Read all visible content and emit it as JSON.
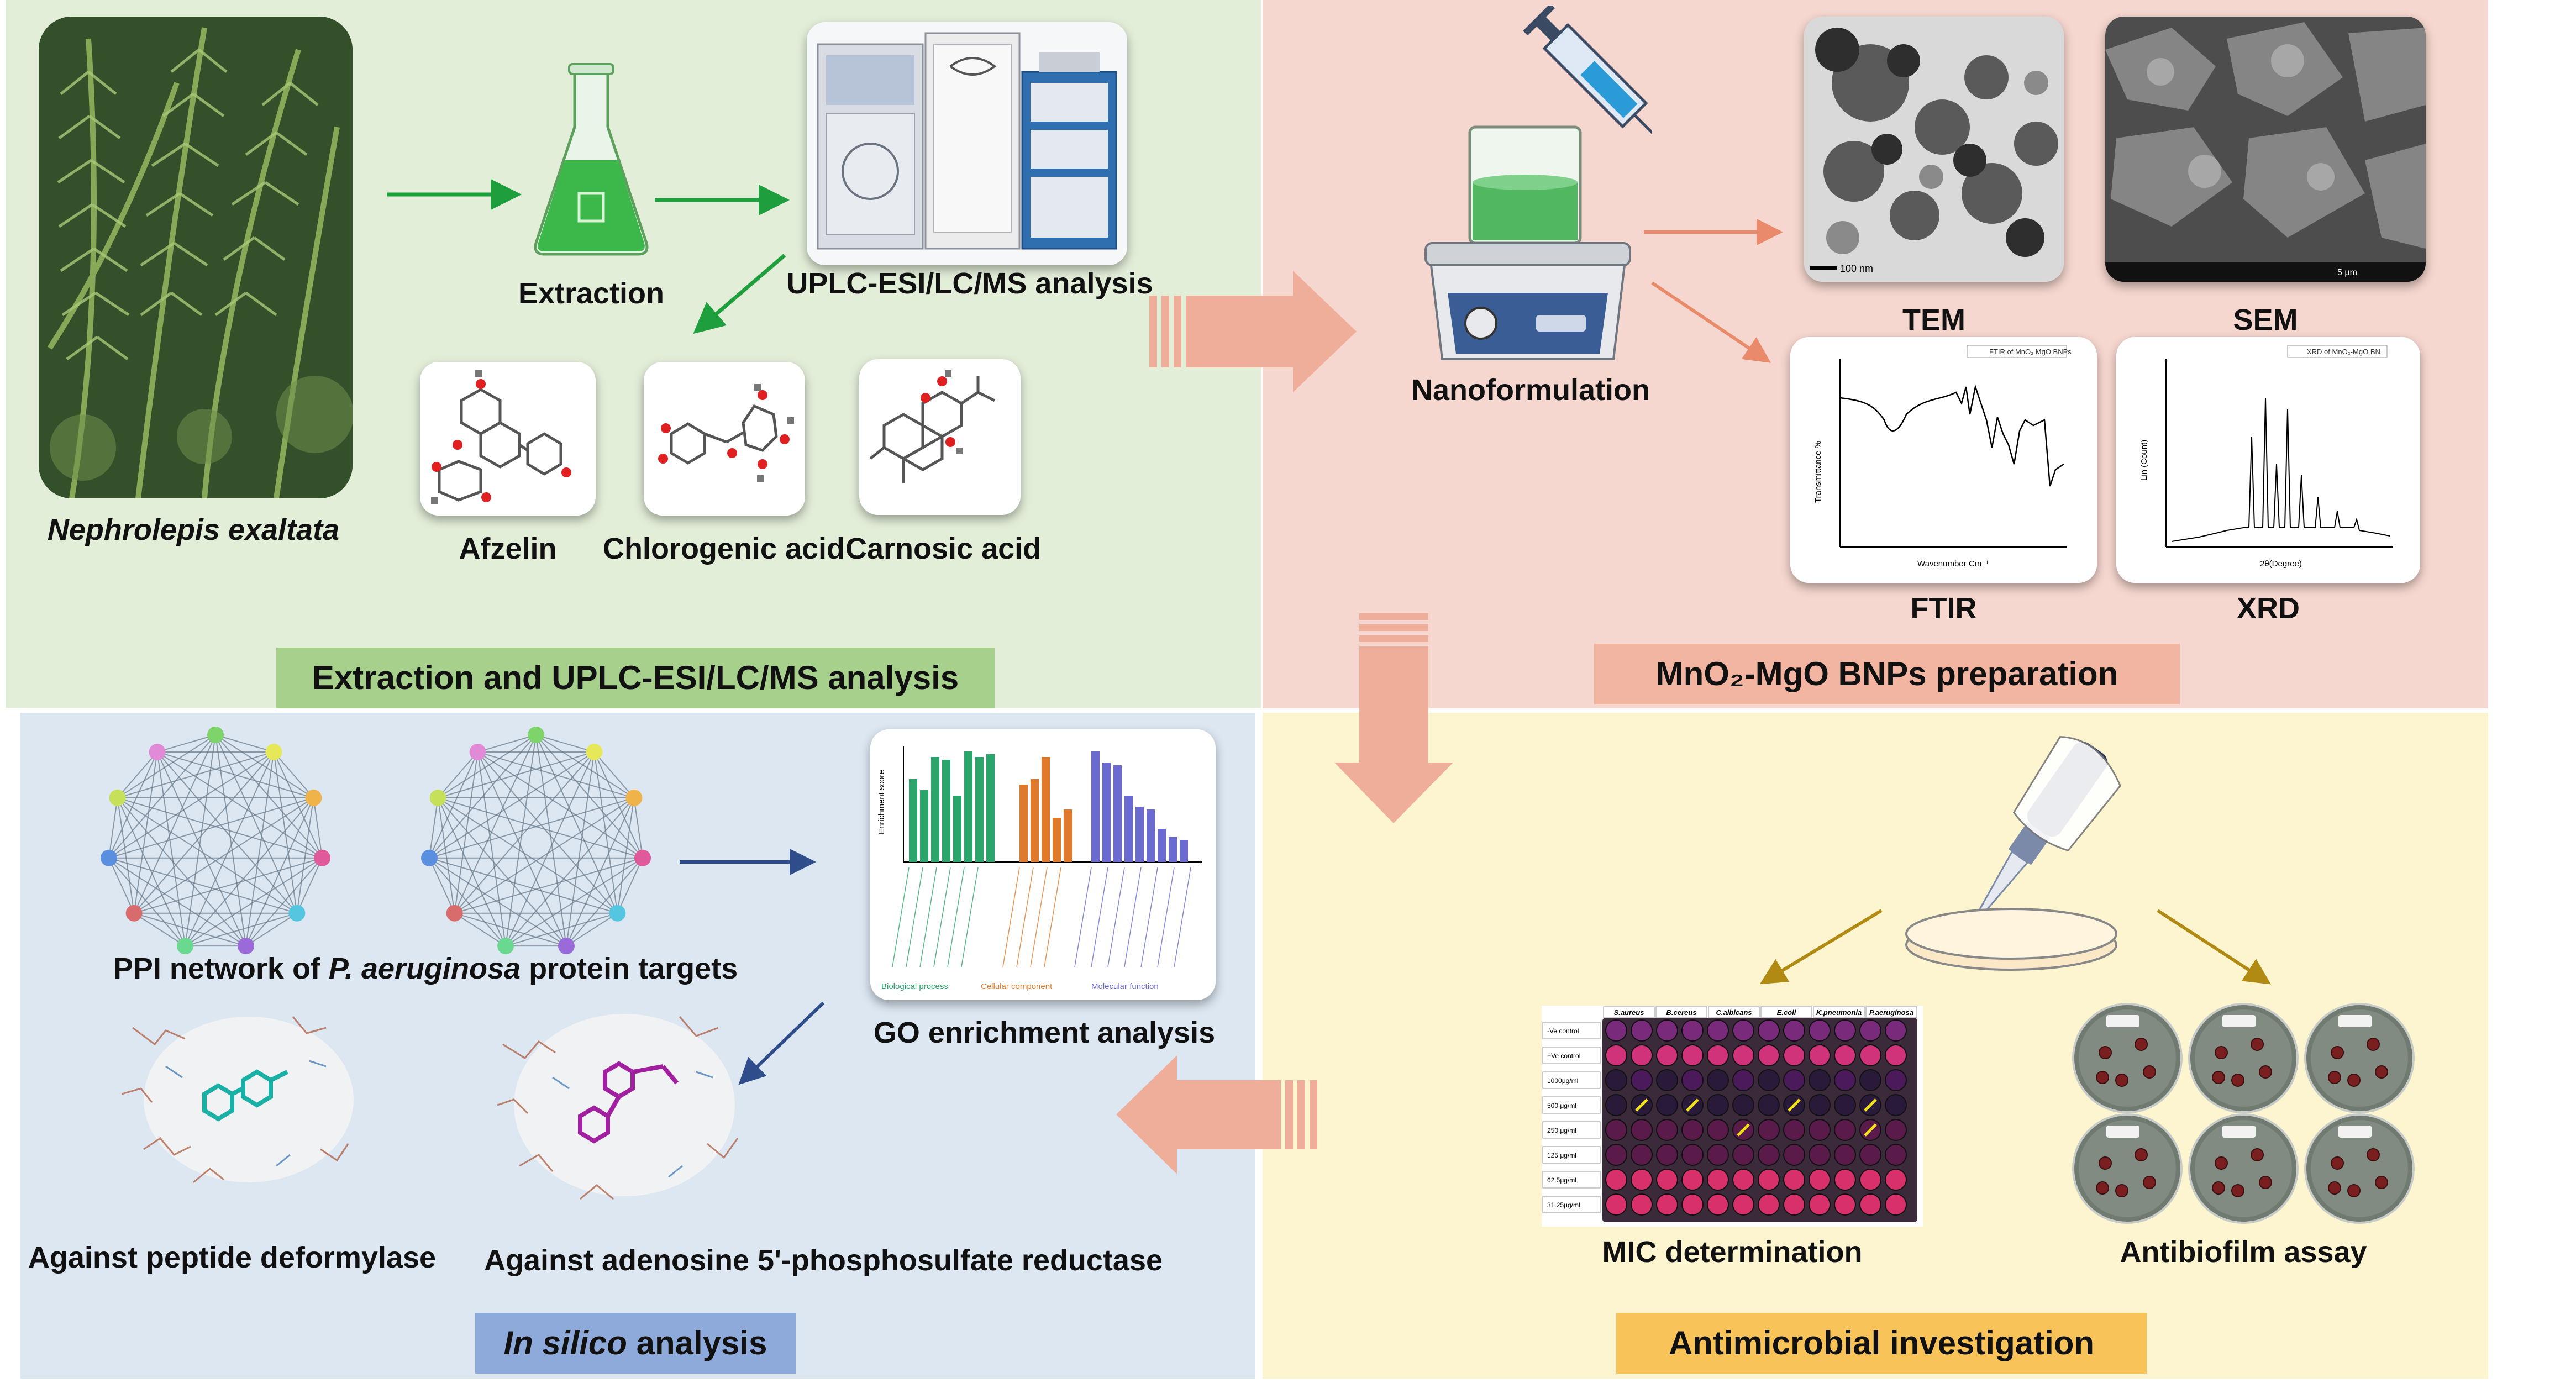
{
  "colors": {
    "panel_top_left": "#e3eed9",
    "panel_top_right": "#f6d7cf",
    "panel_bottom_left": "#dce7f2",
    "panel_bottom_right": "#fdf5cf",
    "banner_green": "#a8d08d",
    "banner_salmon": "#f2b5a2",
    "banner_blue": "#8eaadb",
    "banner_orange": "#f8c45a",
    "big_arrow": "#efae9a",
    "green_arrow": "#1e9e3c",
    "salmon_arrow": "#e98a6b",
    "navy_arrow": "#2f4d8b",
    "gold_arrow": "#b08a12"
  },
  "top_left": {
    "plant_label": "Nephrolepis exaltata",
    "extraction_label": "Extraction",
    "uplc_label": "UPLC-ESI/LC/MS analysis",
    "compounds": [
      "Afzelin",
      "Chlorogenic acid",
      "Carnosic acid"
    ],
    "banner": "Extraction and UPLC-ESI/LC/MS analysis"
  },
  "top_right": {
    "nano_label": "Nanoformulation",
    "tem_label": "TEM",
    "sem_label": "SEM",
    "ftir_label": "FTIR",
    "xrd_label": "XRD",
    "banner": "MnO₂-MgO BNPs  preparation",
    "ftir_legend": "FTIR of MnO₂ MgO BNPs",
    "ftir_xlabel": "Wavenumber Cm⁻¹",
    "ftir_ylabel": "Transmittance %",
    "xrd_legend": "XRD of MnO₂-MgO BN",
    "xrd_xlabel": "2θ(Degree)",
    "xrd_ylabel": "Lin (Count)",
    "tem_scale": "100 nm",
    "sem_scale": "5 µm"
  },
  "bottom_left": {
    "ppi_label_pre": "PPI network of ",
    "ppi_label_it": "P. aeruginosa",
    "ppi_label_post": " protein targets",
    "go_label": "GO enrichment analysis",
    "go_ylabel": "Enrichment score",
    "go_categories": [
      "Biological process",
      "Cellular component",
      "Molecular function"
    ],
    "dock1_label": "Against peptide deformylase",
    "dock2_label": "Against adenosine 5'-phosphosulfate reductase",
    "banner_it": "In silico",
    "banner_rest": " analysis"
  },
  "bottom_right": {
    "mic_label": "MIC determination",
    "biofilm_label": "Antibiofilm assay",
    "banner": "Antimicrobial investigation",
    "mic_columns": [
      "S.aureus",
      "B.cereus",
      "C.albicans",
      "E.coli",
      "K.pneumonia",
      "P.aeruginosa"
    ],
    "mic_rows": [
      "-Ve control",
      "+Ve control",
      "1000μg/ml",
      "500 μg/ml",
      "250 μg/ml",
      "125 μg/ml",
      "62.5μg/ml",
      "31.25μg/ml"
    ]
  }
}
